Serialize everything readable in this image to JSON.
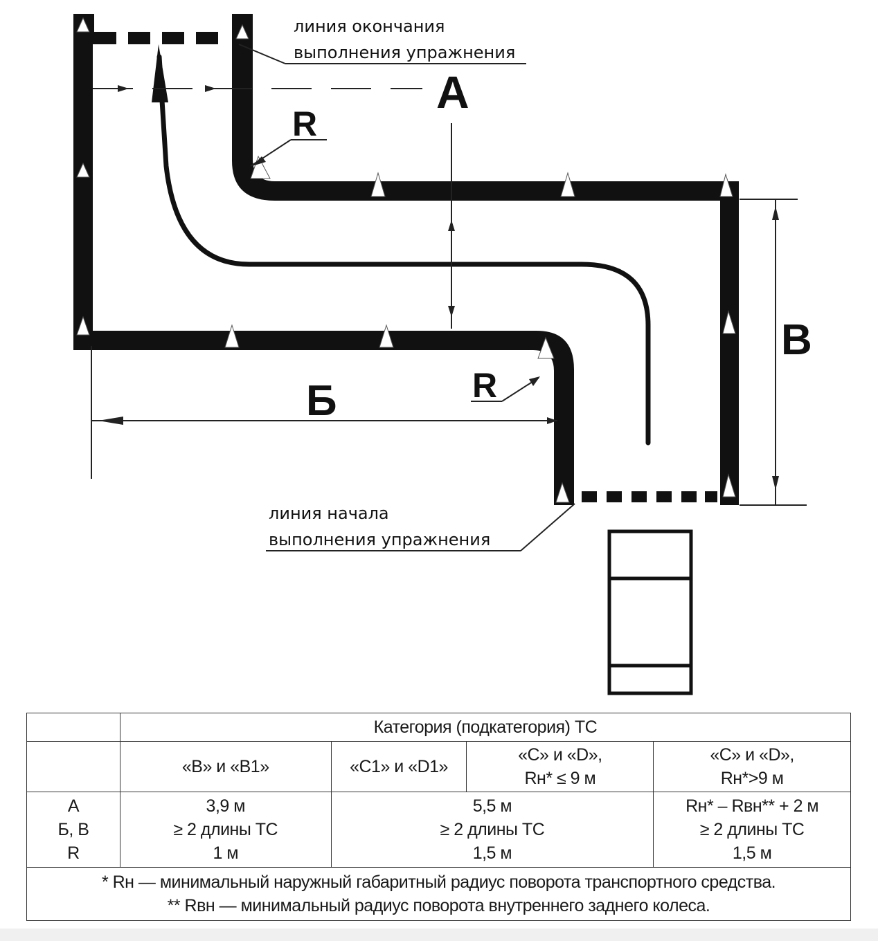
{
  "diagram": {
    "end_line_label": [
      "линия окончания",
      "выполнения упражнения"
    ],
    "start_line_label": [
      "линия начала",
      "выполнения упражнения"
    ],
    "dim_a": "A",
    "dim_b": "Б",
    "dim_v": "B",
    "radius_upper": "R",
    "radius_lower": "R"
  },
  "table": {
    "category_header": "Категория (подкатегория) ТС",
    "columns": [
      {
        "lines": [
          "«B» и «B1»"
        ]
      },
      {
        "lines": [
          "«C1» и «D1»"
        ]
      },
      {
        "lines": [
          "«C» и «D»,",
          "Rн* ≤ 9 м"
        ]
      },
      {
        "lines": [
          "«C» и «D»,",
          "Rн*>9 м"
        ]
      }
    ],
    "row_labels": [
      "A",
      "Б, B",
      "R"
    ],
    "values": {
      "col1": [
        "3,9 м",
        "≥ 2 длины ТС",
        "1 м"
      ],
      "col23": [
        "5,5 м",
        "≥ 2 длины ТС",
        "1,5 м"
      ],
      "col4": [
        "Rн* – Rвн** + 2 м",
        "≥ 2 длины ТС",
        "1,5 м"
      ]
    },
    "notes": [
      "* Rн — минимальный наружный габаритный радиус поворота транспортного средства.",
      "** Rвн — минимальный радиус поворота внутреннего заднего колеса."
    ]
  }
}
